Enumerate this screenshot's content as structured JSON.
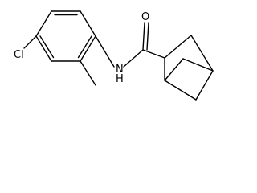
{
  "molecule": {
    "atom_labels": {
      "chlorine": "Cl",
      "amide_nitrogen": "N",
      "amide_hydrogen": "H",
      "carbonyl_oxygen": "O"
    }
  }
}
